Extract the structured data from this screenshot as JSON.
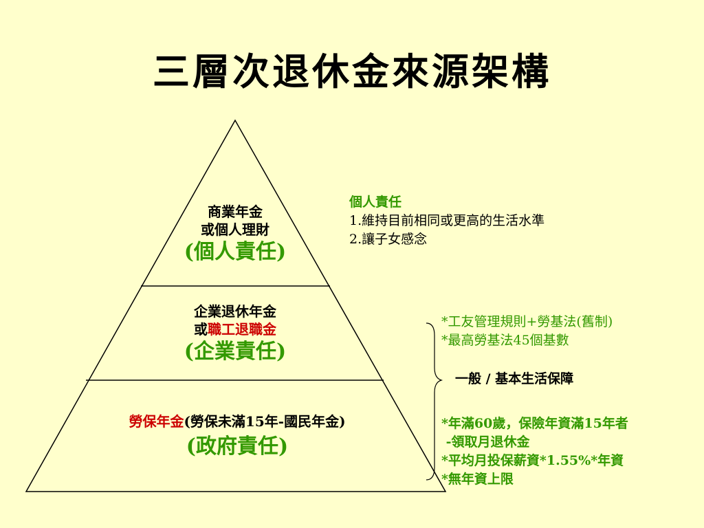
{
  "title": "三層次退休金來源架構",
  "tiers": {
    "top": {
      "line1": "商業年金",
      "line2": "或個人理財",
      "resp": "(個人責任)"
    },
    "middle": {
      "line1": "企業退休年金",
      "line2_prefix": "或",
      "line2_red": "職工退職金",
      "resp": "(企業責任)"
    },
    "bottom": {
      "line1_red": "勞保年金",
      "line1_rest": "(勞保未滿15年-國民年金)",
      "resp": "(政府責任)"
    }
  },
  "notes": {
    "personal": {
      "heading": "個人責任",
      "items": [
        "1.維持目前相同或更高的生活水準",
        "2.讓子女感念"
      ]
    },
    "enterprise": {
      "items": [
        "*工友管理規則+勞基法(舊制)",
        "*最高勞基法45個基數"
      ]
    },
    "basic": "一般 / 基本生活保障",
    "government": {
      "items": [
        "*年滿60歲，保險年資滿15年者",
        " -領取月退休金",
        "*平均月投保薪資*1.55%*年資",
        "*無年資上限"
      ]
    }
  }
}
